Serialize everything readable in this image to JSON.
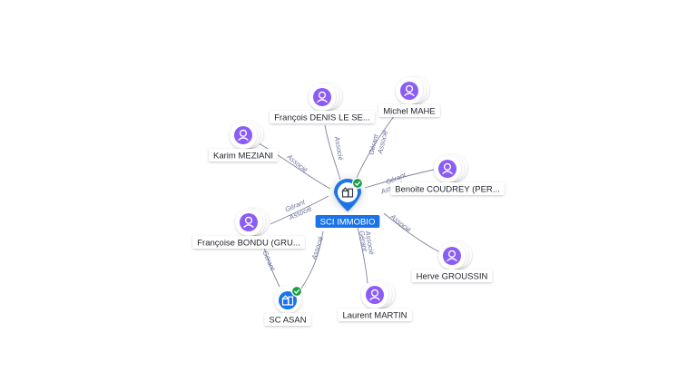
{
  "graph": {
    "center": {
      "label": "SCI IMMOBIO",
      "icon": "building-icon",
      "verified": true
    },
    "nodes": [
      {
        "id": "francois",
        "label": "François DENIS LE SE...",
        "type": "person",
        "icon": "person-icon"
      },
      {
        "id": "michel",
        "label": "Michel MAHE",
        "type": "person",
        "icon": "person-icon"
      },
      {
        "id": "karim",
        "label": "Karim MEZIANI",
        "type": "person",
        "icon": "person-icon"
      },
      {
        "id": "benoite",
        "label": "Benoite COUDREY (PER...",
        "type": "person",
        "icon": "person-icon"
      },
      {
        "id": "francoise",
        "label": "Françoise BONDU (GRU...",
        "type": "person",
        "icon": "person-icon"
      },
      {
        "id": "herve",
        "label": "Herve GROUSSIN",
        "type": "person",
        "icon": "person-icon"
      },
      {
        "id": "laurent",
        "label": "Laurent MARTIN",
        "type": "person",
        "icon": "person-icon"
      },
      {
        "id": "scasan",
        "label": "SC ASAN",
        "type": "company",
        "icon": "building-icon",
        "verified": true
      }
    ],
    "edges": [
      {
        "from": "francois",
        "to": "center",
        "labels": [
          "Associé"
        ]
      },
      {
        "from": "michel",
        "to": "center",
        "labels": [
          "Gérant",
          "Associé"
        ]
      },
      {
        "from": "karim",
        "to": "center",
        "labels": [
          "Associé"
        ]
      },
      {
        "from": "benoite",
        "to": "center",
        "labels": [
          "Gérant",
          "Associé"
        ]
      },
      {
        "from": "francoise",
        "to": "center",
        "labels": [
          "Gérant",
          "Associé"
        ]
      },
      {
        "from": "herve",
        "to": "center",
        "labels": [
          "Associé"
        ]
      },
      {
        "from": "laurent",
        "to": "center",
        "labels": [
          "Gérant",
          "Associé"
        ]
      },
      {
        "from": "scasan",
        "to": "center",
        "labels": [
          "Associé"
        ]
      },
      {
        "from": "francoise",
        "to": "scasan",
        "labels": [
          "Gérant"
        ]
      }
    ]
  },
  "colors": {
    "person": "#8b5cf6",
    "company": "#1a73e8",
    "verified": "#1e9e4a",
    "edge": "#7b8496",
    "edge_label": "#6a6fa0"
  }
}
